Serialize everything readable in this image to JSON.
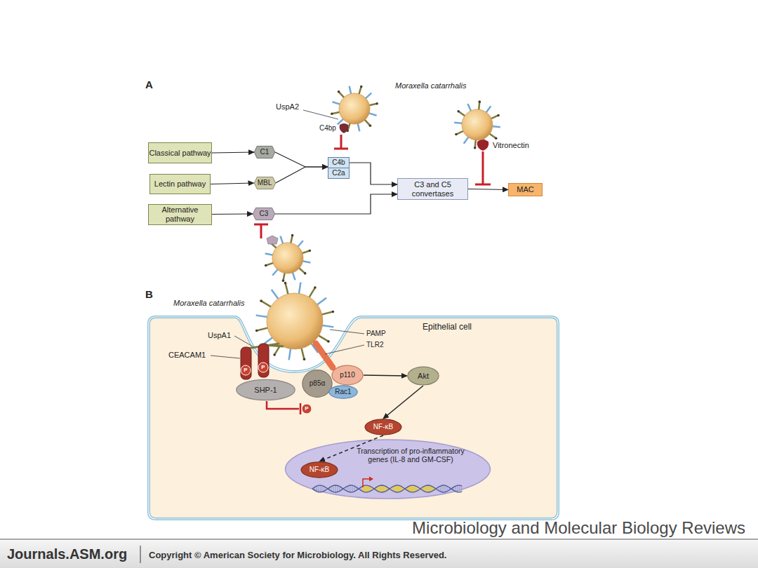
{
  "diagram": {
    "nodes": [
      {
        "text": [
          "Classical pathway"
        ]
      },
      {
        "text": [
          "Lectin pathway"
        ]
      },
      {
        "text": [
          "Alternative pathway"
        ]
      },
      {
        "text": [
          "C1"
        ]
      },
      {
        "text": [
          "MBL"
        ]
      },
      {
        "text": [
          "C3"
        ]
      },
      {
        "text": [
          "C4b"
        ]
      },
      {
        "text": [
          "C2a"
        ]
      },
      {
        "text": [
          "C3 and C5 convertases"
        ]
      },
      {
        "text": [
          "MAC"
        ]
      },
      {
        "text": [
          "Epithelial cell"
        ]
      },
      {
        "text": [
          "SHP-1"
        ],
        "in": 10
      },
      {
        "text": [
          "p85α"
        ],
        "in": 10
      },
      {
        "text": [
          "p110"
        ],
        "in": 10
      },
      {
        "text": [
          "Rac1"
        ],
        "in": 10
      },
      {
        "text": [
          "Akt"
        ],
        "in": 10
      },
      {
        "text": [
          "NF-κB"
        ],
        "in": 10
      },
      {
        "text": [
          "Transcription of pro-inflammatory genes (IL-8 and GM-CSF)"
        ],
        "in": 10
      },
      {
        "text": [
          "NF-κB"
        ],
        "in": 17
      }
    ],
    "edges": [
      {
        "from": 0,
        "to": 3,
        "arrow": "to"
      },
      {
        "from": 1,
        "to": 4,
        "arrow": "to"
      },
      {
        "from": 2,
        "to": 5,
        "arrow": "to"
      },
      {
        "from": 3,
        "to": 6,
        "arrow": "to"
      },
      {
        "from": 4,
        "to": 6,
        "arrow": "to"
      },
      {
        "from": 6,
        "to": 8,
        "arrow": "to"
      },
      {
        "from": 5,
        "to": 8,
        "arrow": "to"
      },
      {
        "from": 8,
        "to": 9,
        "arrow": "to"
      },
      {
        "from": 13,
        "to": 15,
        "arrow": "to"
      },
      {
        "from": 15,
        "to": 16,
        "arrow": "to"
      },
      {
        "from": 16,
        "to": 18,
        "arrow": "to"
      }
    ],
    "labels": [
      "A",
      "Moraxella catarrhalis",
      "UspA2",
      "C4bp",
      "Vitronectin",
      "B",
      "Moraxella catarrhalis",
      "UspA1",
      "PAMP",
      "TLR2",
      "CEACAM1",
      "P",
      "P",
      "P",
      "Microbiology and Molecular Biology Reviews",
      "Journals.ASM.org",
      "Copyright © American Society for Microbiology. All Rights Reserved."
    ]
  }
}
